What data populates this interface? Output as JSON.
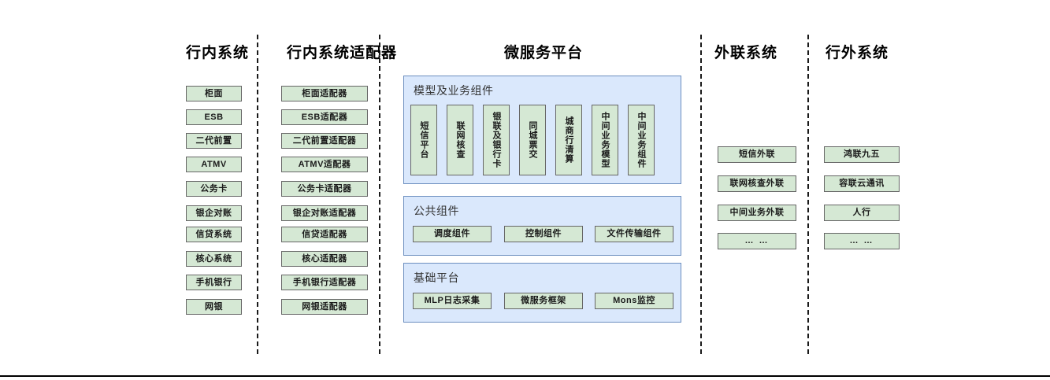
{
  "diagram": {
    "title_center": "微服务平台",
    "columns": [
      {
        "id": "inbank",
        "header": "行内系统",
        "items": [
          "柜面",
          "ESB",
          "二代前置",
          "ATMV",
          "公务卡",
          "银企对账",
          "信贷系统",
          "核心系统",
          "手机银行",
          "网银"
        ]
      },
      {
        "id": "inbank-adapter",
        "header": "行内系统适配器",
        "items": [
          "柜面适配器",
          "ESB适配器",
          "二代前置适配器",
          "ATMV适配器",
          "公务卡适配器",
          "银企对账适配器",
          "信贷适配器",
          "核心适配器",
          "手机银行适配器",
          "网银适配器"
        ]
      },
      {
        "id": "external-link",
        "header": "外联系统",
        "items": [
          "短信外联",
          "联网核查外联",
          "中间业务外联",
          "… …"
        ]
      },
      {
        "id": "outbank",
        "header": "行外系统",
        "items": [
          "鸿联九五",
          "容联云通讯",
          "人行",
          "… …"
        ]
      }
    ],
    "platform": {
      "groups": [
        {
          "id": "model-business",
          "title": "模型及业务组件",
          "orientation": "vertical",
          "items": [
            "短信平台",
            "联网核查",
            "银联及银行卡",
            "同城票交",
            "城商行清算",
            "中间业务模型",
            "中间业务组件"
          ]
        },
        {
          "id": "public-components",
          "title": "公共组件",
          "orientation": "horizontal",
          "items": [
            "调度组件",
            "控制组件",
            "文件传输组件"
          ]
        },
        {
          "id": "base-platform",
          "title": "基础平台",
          "orientation": "horizontal",
          "items": [
            "MLP日志采集",
            "微服务框架",
            "Mons监控"
          ]
        }
      ]
    },
    "colors": {
      "node_fill": "#d5e8d4",
      "node_border": "#666666",
      "panel_fill": "#dae8fc",
      "panel_border": "#6c8ebf",
      "divider": "#1a1a1a",
      "text": "#000000"
    }
  }
}
